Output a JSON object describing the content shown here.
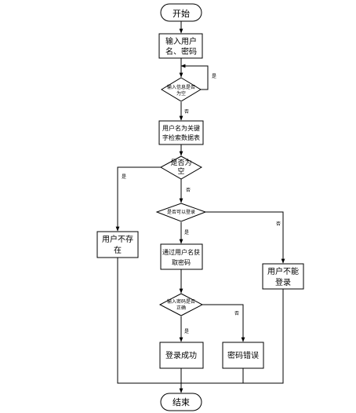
{
  "nodes": {
    "start": "开始",
    "input_line1": "输入用户",
    "input_line2": "名、密码",
    "check_empty_line1": "输入信息是否",
    "check_empty_line2": "为空",
    "search_line1": "用户名为关键",
    "search_line2": "字检索数据表",
    "is_empty_line1": "是否为",
    "is_empty_line2": "空",
    "can_login": "是否可以登录",
    "user_not_exist_line1": "用户不存",
    "user_not_exist_line2": "在",
    "get_pwd_line1": "通过用户名获",
    "get_pwd_line2": "取密码",
    "cannot_login_line1": "用户不能",
    "cannot_login_line2": "登录",
    "pwd_correct_line1": "输入密码是否",
    "pwd_correct_line2": "正确",
    "login_success": "登录成功",
    "pwd_error": "密码错误",
    "end": "结束"
  },
  "edge_labels": {
    "empty_yes": "是",
    "empty_no": "否",
    "is_empty_yes": "是",
    "is_empty_no": "否",
    "can_login_yes": "是",
    "can_login_no": "否",
    "pwd_yes": "是",
    "pwd_no": "否"
  }
}
